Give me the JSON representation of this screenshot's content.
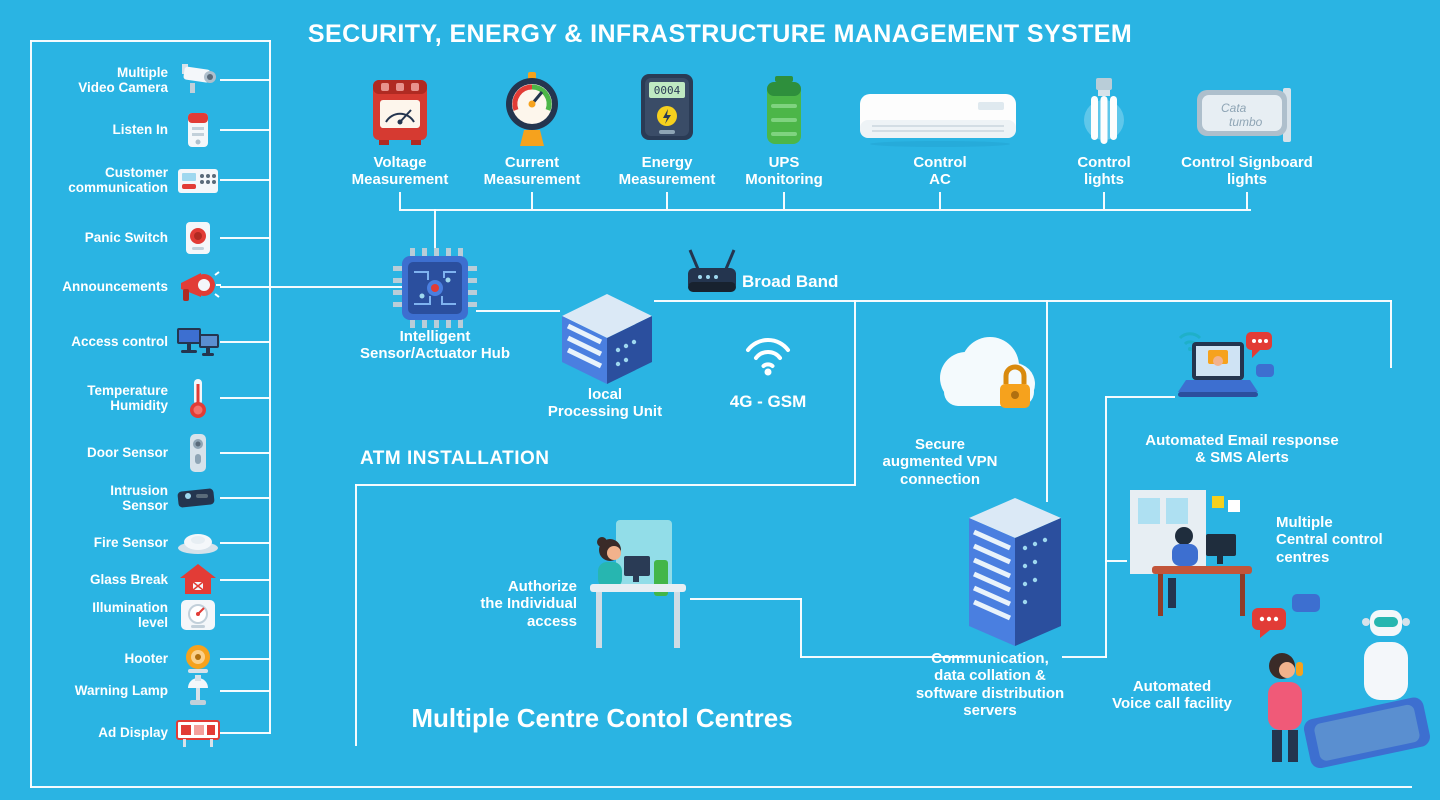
{
  "title": "SECURITY, ENERGY & INFRASTRUCTURE MANAGEMENT SYSTEM",
  "colors": {
    "background": "#2ab4e3",
    "line": "#ffffff",
    "text": "#ffffff",
    "accent_red": "#e23c36",
    "accent_green": "#4cb648",
    "accent_orange": "#f6a21d",
    "accent_blue": "#3d6fd0"
  },
  "left_sensors": [
    {
      "label": "Multiple\nVideo Camera",
      "icon": "cctv-camera-icon"
    },
    {
      "label": "Listen In",
      "icon": "listen-in-device-icon"
    },
    {
      "label": "Customer\ncommunication",
      "icon": "intercom-keypad-icon"
    },
    {
      "label": "Panic Switch",
      "icon": "panic-button-icon"
    },
    {
      "label": "Announcements",
      "icon": "megaphone-icon"
    },
    {
      "label": "Access control",
      "icon": "monitors-icon"
    },
    {
      "label": "Temperature\nHumidity",
      "icon": "thermometer-icon"
    },
    {
      "label": "Door Sensor",
      "icon": "door-lock-icon"
    },
    {
      "label": "Intrusion\nSensor",
      "icon": "intrusion-sensor-icon"
    },
    {
      "label": "Fire Sensor",
      "icon": "smoke-detector-icon"
    },
    {
      "label": "Glass Break",
      "icon": "house-icon"
    },
    {
      "label": "Illumination\nlevel",
      "icon": "lux-meter-icon"
    },
    {
      "label": "Hooter",
      "icon": "siren-icon"
    },
    {
      "label": "Warning Lamp",
      "icon": "warning-lamp-icon"
    },
    {
      "label": "Ad Display",
      "icon": "ad-display-board-icon"
    }
  ],
  "top_devices": [
    {
      "label": "Voltage\nMeasurement",
      "icon": "voltmeter-icon"
    },
    {
      "label": "Current\nMeasurement",
      "icon": "current-gauge-icon"
    },
    {
      "label": "Energy\nMeasurement",
      "icon": "energy-meter-icon",
      "meter_reading": "0004"
    },
    {
      "label": "UPS\nMonitoring",
      "icon": "battery-icon"
    },
    {
      "label": "Control\nAC",
      "icon": "air-conditioner-icon"
    },
    {
      "label": "Control\nlights",
      "icon": "cfl-bulb-icon"
    },
    {
      "label": "Control Signboard\nlights",
      "icon": "signboard-icon",
      "signboard_line1": "Cata",
      "signboard_line2": "tumbo"
    }
  ],
  "nodes": {
    "hub": {
      "label": "Intelligent\nSensor/Actuator Hub",
      "icon": "chip-icon"
    },
    "lpu": {
      "label": "local\nProcessing Unit",
      "icon": "server-cube-icon"
    },
    "broadband": {
      "label": "Broad Band",
      "icon": "router-icon"
    },
    "gsm": {
      "label": "4G - GSM",
      "icon": "wifi-signal-icon"
    },
    "atm": {
      "label": "ATM INSTALLATION"
    },
    "vpn": {
      "label": "Secure\naugmented VPN\nconnection",
      "icon": "cloud-lock-icon"
    },
    "email": {
      "label": "Automated Email response\n& SMS Alerts",
      "icon": "laptop-chat-icon"
    },
    "authorize": {
      "label": "Authorize\nthe Individual\naccess",
      "icon": "operator-desk-icon"
    },
    "servers": {
      "label": "Communication,\ndata collation &\nsoftware distribution\nservers",
      "icon": "server-rack-icon"
    },
    "central": {
      "label": "Multiple\nCentral control\ncentres",
      "icon": "control-room-icon"
    },
    "voice": {
      "label": "Automated\nVoice call facility",
      "icon": "robot-phone-icon"
    },
    "mcc": {
      "label": "Multiple Centre Contol Centres"
    }
  }
}
